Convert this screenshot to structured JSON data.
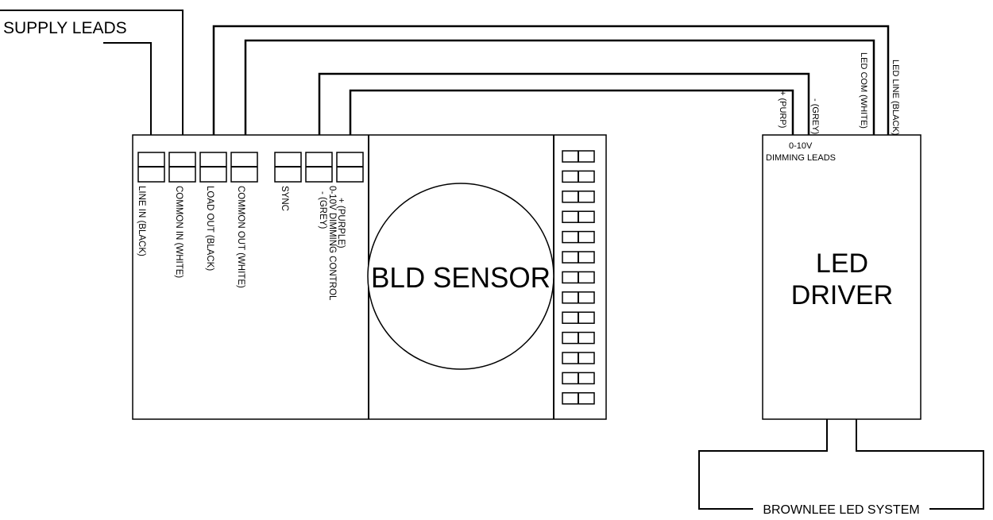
{
  "supply_leads": "SUPPLY LEADS",
  "sensor": {
    "title": "BLD SENSOR",
    "terminal_labels": [
      "LINE IN (BLACK)",
      "COMMON IN (WHITE)",
      "LOAD OUT (BLACK)",
      "COMMON OUT (WHITE)",
      "SYNC",
      "0-10V DIMMING CONTROL",
      "- (GREY)",
      "+ (PURPLE)"
    ]
  },
  "driver": {
    "title_line1": "LED",
    "title_line2": "DRIVER",
    "dimming_leads_line1": "0-10V",
    "dimming_leads_line2": "DIMMING LEADS",
    "lead_labels": [
      "+ (PURP)",
      "- (GREY)",
      "LED COM (WHITE)",
      "LED LINE (BLACK)"
    ]
  },
  "system_label": "BROWNLEE LED SYSTEM"
}
